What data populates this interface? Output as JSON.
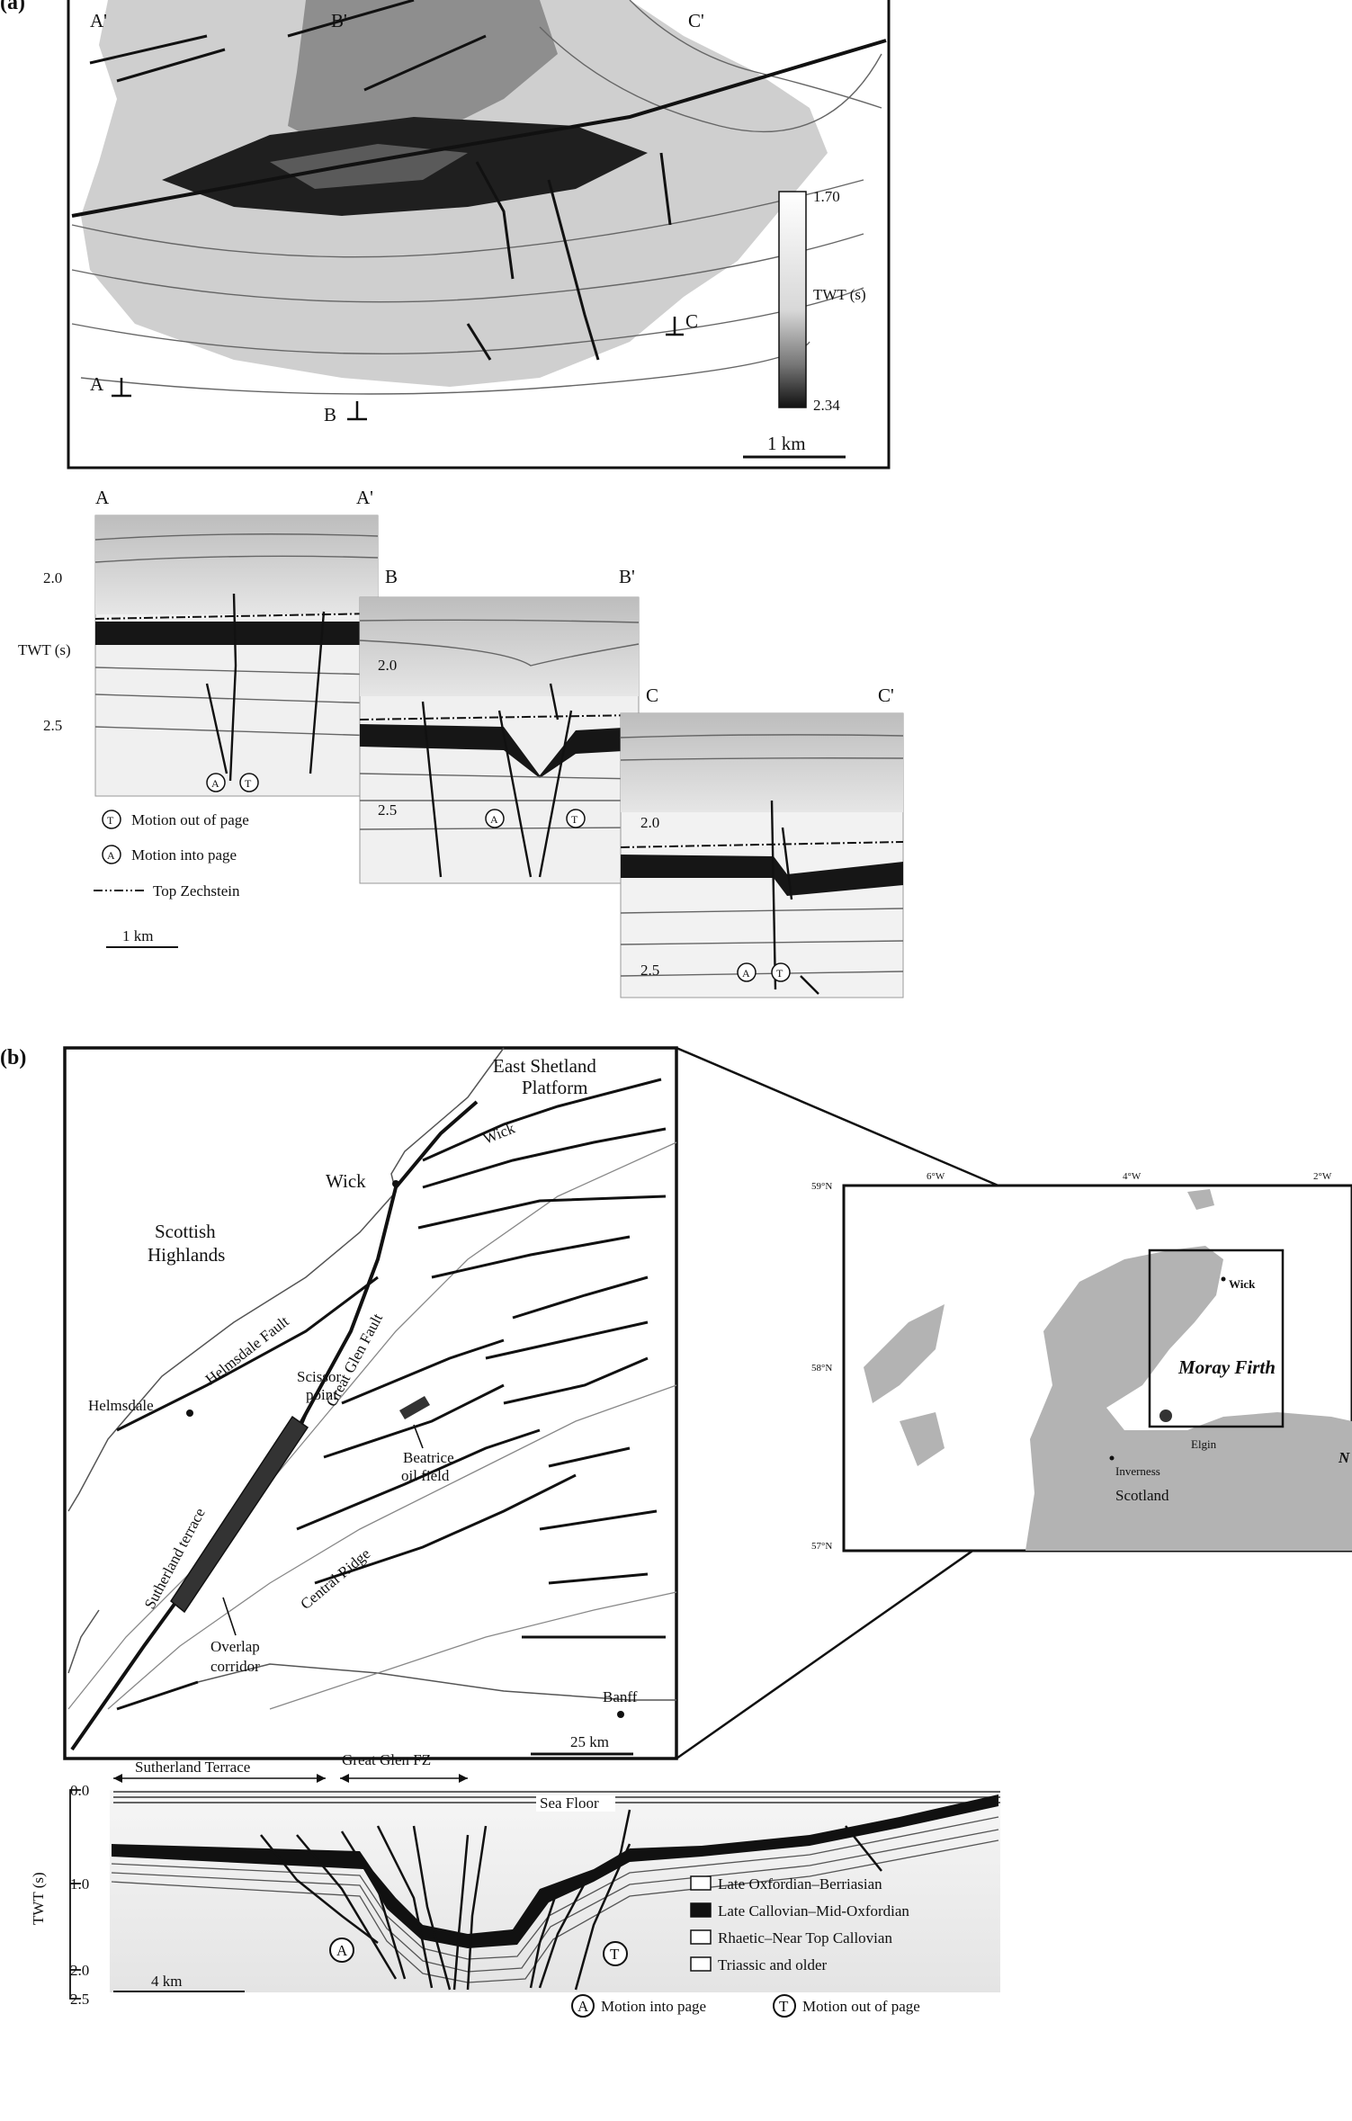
{
  "panel_a": {
    "panel_label": "(a)",
    "map": {
      "section_labels": {
        "a_prime": "A'",
        "b_prime": "B'",
        "c_prime": "C'",
        "a": "A",
        "b": "B",
        "c": "C"
      },
      "scale_top": "1.70",
      "scale_mid": "TWT (s)",
      "scale_bottom": "2.34",
      "scale_bar": "1 km"
    },
    "sections": {
      "a_left": "A",
      "a_right": "A'",
      "b_left": "B",
      "b_right": "B'",
      "c_left": "C",
      "c_right": "C'",
      "axis_label": "TWT (s)",
      "a_tick_20": "2.0",
      "a_tick_25": "2.5",
      "b_tick_20": "2.0",
      "b_tick_25": "2.5",
      "c_tick_20": "2.0",
      "c_tick_25": "2.5"
    },
    "legend": {
      "motion_out": "Motion out of page",
      "motion_in": "Motion into page",
      "zechstein": "Top Zechstein",
      "scale": "1 km",
      "sym_t": "T",
      "sym_a": "A"
    }
  },
  "panel_b": {
    "panel_label": "(b)",
    "map": {
      "east_shetland_1": "East Shetland",
      "east_shetland_2": "Platform",
      "wick_fault": "Wick",
      "wick_town": "Wick",
      "scottish_1": "Scottish",
      "scottish_2": "Highlands",
      "helmsdale_fault": "Helmsdale Fault",
      "great_glen_fault": "Great Glen Fault",
      "helmsdale": "Helmsdale",
      "scissor_1": "Scissor",
      "scissor_2": "point",
      "sutherland": "Sutherland terrace",
      "beatrice_1": "Beatrice",
      "beatrice_2": "oil field",
      "central_ridge": "Central Ridge",
      "overlap_1": "Overlap",
      "overlap_2": "corridor",
      "banff": "Banff",
      "scale": "25 km"
    },
    "inset": {
      "lon_6": "6°W",
      "lon_4": "4°W",
      "lon_2": "2°W",
      "lat_59": "59°N",
      "lat_58": "58°N",
      "lat_57": "57°N",
      "wick": "Wick",
      "moray_firth": "Moray Firth",
      "elgin": "Elgin",
      "inverness": "Inverness",
      "scotland": "Scotland",
      "cut_label": "N"
    },
    "section": {
      "sutherland_terrace": "Sutherland Terrace",
      "great_glen_fz": "Great Glen FZ",
      "sea_floor": "Sea Floor",
      "axis_label": "TWT (s)",
      "tick_00": "0.0",
      "tick_10": "1.0",
      "tick_20": "2.0",
      "tick_25": "2.5",
      "scale": "4 km",
      "sym_a": "A",
      "sym_t": "T"
    },
    "legend": {
      "late_oxfordian": "Late Oxfordian–Berriasian",
      "late_callovian": "Late Callovian–Mid-Oxfordian",
      "rhaetic": "Rhaetic–Near Top Callovian",
      "triassic": "Triassic and older",
      "motion_into": "Motion into page",
      "motion_out": "Motion out of page",
      "sym_a": "A",
      "sym_t": "T"
    }
  }
}
